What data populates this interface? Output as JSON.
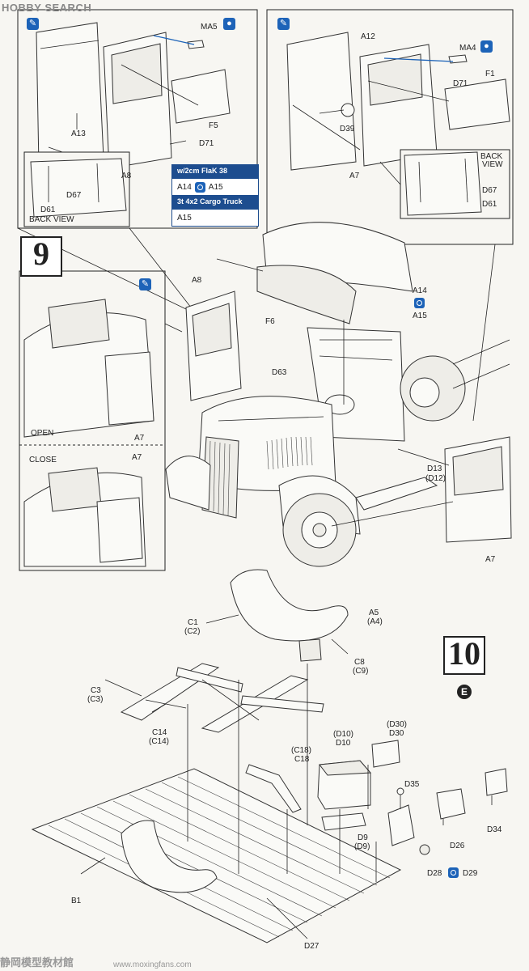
{
  "watermark": {
    "header_brand": "HOBBY SEARCH",
    "footer_text": "静岡模型教材館",
    "footer_url": "www.moxingfans.com"
  },
  "steps": [
    {
      "number": "9"
    },
    {
      "number": "10"
    }
  ],
  "variants": {
    "flak": {
      "title": "w/2cm FlaK 38",
      "part_a": "A14",
      "part_b": "A15"
    },
    "cargo": {
      "title": "3t 4x2 Cargo Truck",
      "part": "A15"
    }
  },
  "labels": {
    "ma5": "MA5",
    "a13": "A13",
    "f5": "F5",
    "d71_left": "D71",
    "a8_top": "A8",
    "d67_left": "D67",
    "d61_left": "D61",
    "back_view_left": "BACK VIEW",
    "a12": "A12",
    "ma4": "MA4",
    "d71_right": "D71",
    "f1": "F1",
    "d39": "D39",
    "a7_top": "A7",
    "back_view_right_1": "BACK",
    "back_view_right_2": "VIEW",
    "d67_right": "D67",
    "d61_right": "D61",
    "a8_mid": "A8",
    "f6": "F6",
    "a14": "A14",
    "a15": "A15",
    "d63": "D63",
    "d13": "D13",
    "d12": "(D12)",
    "a7_right": "A7",
    "open": "OPEN",
    "close": "CLOSE",
    "a7_inset1": "A7",
    "a7_inset2": "A7",
    "c1": "C1",
    "c2": "(C2)",
    "a5": "A5",
    "a4": "(A4)",
    "c8": "C8",
    "c9": "(C9)",
    "c3a": "C3",
    "c3b": "(C3)",
    "c14a": "C14",
    "c14b": "(C14)",
    "c18a": "(C18)",
    "c18b": "C18",
    "d10a": "(D10)",
    "d10b": "D10",
    "d30a": "(D30)",
    "d30b": "D30",
    "d35": "D35",
    "d26": "D26",
    "d34": "D34",
    "d9a": "D9",
    "d9b": "(D9)",
    "d28": "D28",
    "d29": "D29",
    "b1": "B1",
    "d27": "D27",
    "e_marker": "E"
  },
  "icons": {
    "cement": "cement-icon",
    "paint": "paint-drop-icon",
    "alternative": "alternative-part-icon"
  },
  "colors": {
    "accent": "#1d63b8",
    "variant_header": "#1d4d8f"
  }
}
